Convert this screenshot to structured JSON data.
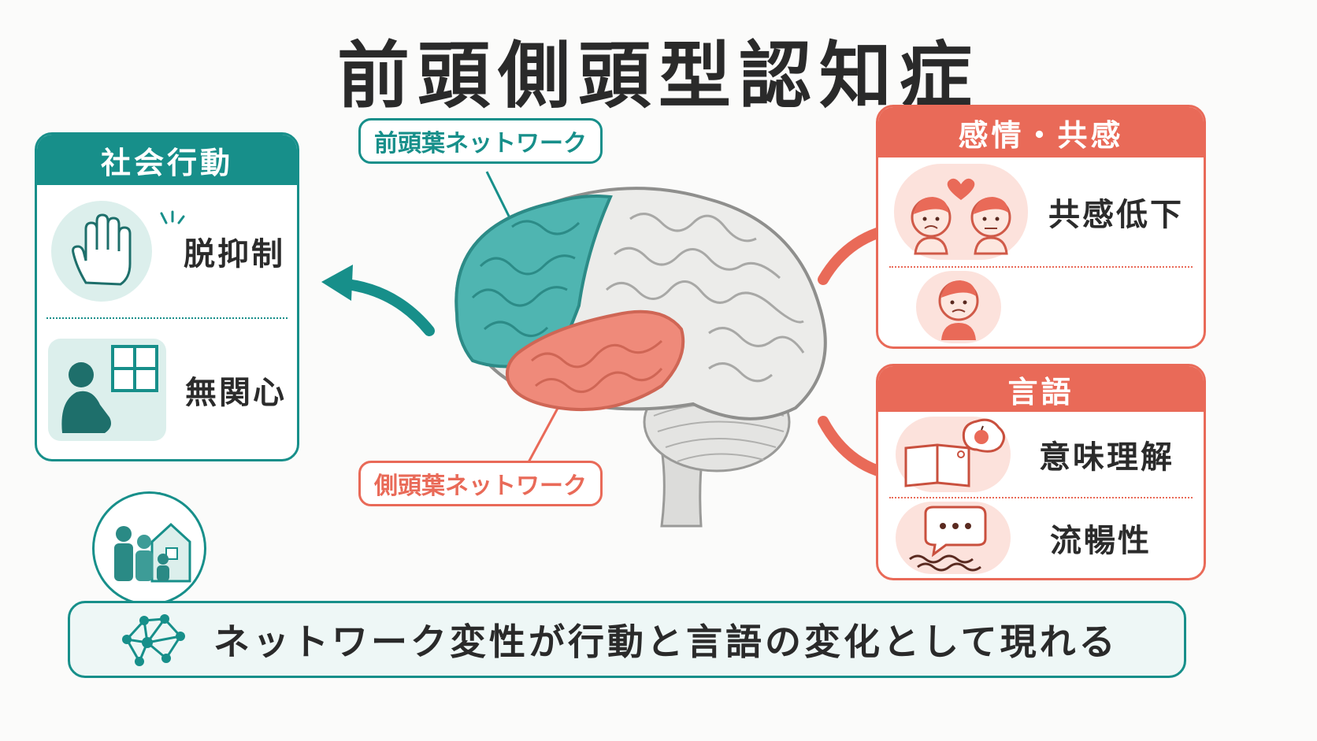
{
  "title": "前頭側頭型認知症",
  "tags": {
    "frontal": "前頭葉ネットワーク",
    "temporal": "側頭葉ネットワーク"
  },
  "left_panel": {
    "header": "社会行動",
    "items": [
      {
        "label": "脱抑制",
        "icon": "raised-hand-icon"
      },
      {
        "label": "無関心",
        "icon": "withdrawn-person-icon"
      }
    ],
    "extra_icon": "family-house-icon"
  },
  "right_top_panel": {
    "header": "感情・共感",
    "items": [
      {
        "label": "共感低下",
        "icon": "empathy-faces-icon"
      },
      {
        "label": "",
        "icon": "sad-face-icon"
      }
    ]
  },
  "right_bottom_panel": {
    "header": "言語",
    "items": [
      {
        "label": "意味理解",
        "icon": "book-thought-icon"
      },
      {
        "label": "流暢性",
        "icon": "speech-bubble-icon"
      }
    ]
  },
  "banner": {
    "text": "ネットワーク変性が行動と言語の変化として現れる",
    "icon": "network-icon"
  },
  "colors": {
    "teal": "#178f8a",
    "coral": "#e96a58",
    "frontal_lobe": "#4fb5b1",
    "temporal_lobe": "#ef8a7a",
    "brain": "#e9e9e7"
  }
}
